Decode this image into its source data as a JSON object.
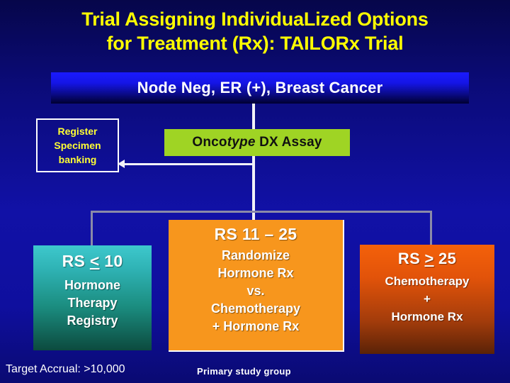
{
  "slide": {
    "title": "Trial Assigning IndividuaLized Options\nfor Treatment (Rx):  TAILORx Trial",
    "subtitle": "Node Neg, ER (+), Breast Cancer",
    "background_color": "#1111a6",
    "title_color": "#FFFF00"
  },
  "register": {
    "line1": "Register",
    "line2": "Specimen",
    "line3": "banking",
    "text_color": "#FFFF33",
    "border_color": "#FFFFFF"
  },
  "assay": {
    "label_prefix": "Onco",
    "label_italic": "type",
    "label_suffix": " DX Assay",
    "full_label": "Oncotype DX Assay",
    "background_color": "#9fd424",
    "text_color": "#111111"
  },
  "outcomes": [
    {
      "id": "rs-low",
      "head": "RS < 10",
      "head_operator": "≤",
      "head_prefix": "RS ",
      "head_symbol": "<",
      "head_suffix": " 10",
      "body_lines": [
        "Hormone",
        "Therapy",
        "Registry"
      ],
      "color_top": "#3ec8cd",
      "color_bottom": "#0c4a3e"
    },
    {
      "id": "rs-mid",
      "head": "RS 11 – 25",
      "head_prefix": "RS 11 – 25",
      "head_symbol": "",
      "head_suffix": "",
      "body_lines": [
        "Randomize",
        "Hormone Rx",
        "vs.",
        "Chemotherapy",
        "+ Hormone Rx"
      ],
      "color_top": "#f7961d",
      "color_bottom": "#f7961d"
    },
    {
      "id": "rs-high",
      "head": "RS > 25",
      "head_operator": "≥",
      "head_prefix": "RS ",
      "head_symbol": ">",
      "head_suffix": " 25",
      "body_lines": [
        "Chemotherapy",
        "+",
        "Hormone Rx"
      ],
      "color_top": "#f4610a",
      "color_bottom": "#5a2207"
    }
  ],
  "footer": {
    "target_accrual": "Target Accrual: >10,000",
    "primary_group": "Primary study group"
  }
}
